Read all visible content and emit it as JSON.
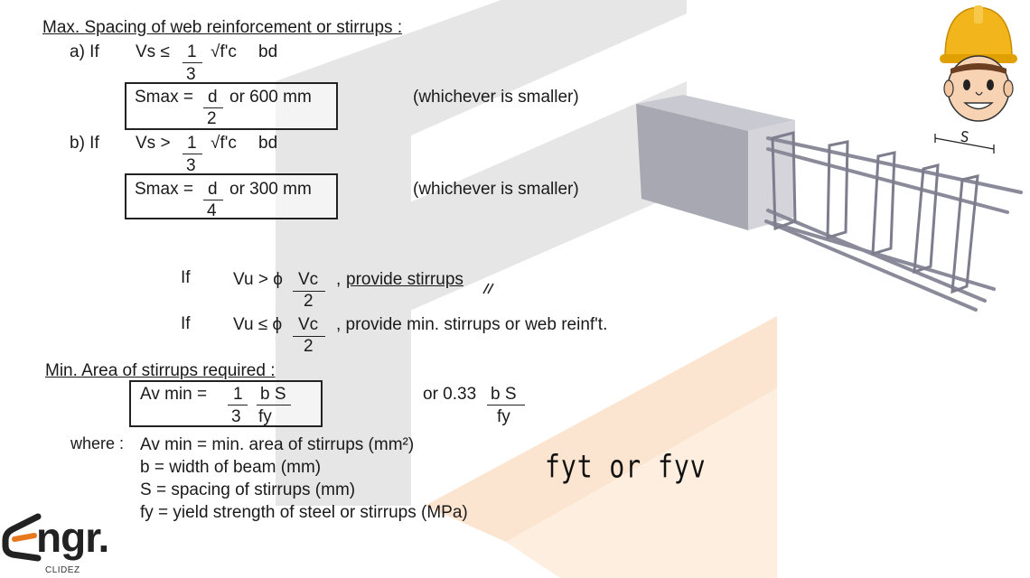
{
  "heading_spacing": "Max. Spacing of web reinforcement or stirrups :",
  "case_a": {
    "label": "a) If",
    "lhs": "Vs ≤",
    "num": "1",
    "den": "3",
    "sqrt": "√f'c",
    "tail": "bd",
    "box_lhs": "Smax =",
    "box_num": "d",
    "box_den": "2",
    "box_rhs": "or  600 mm",
    "note": "(whichever is smaller)"
  },
  "case_b": {
    "label": "b) If",
    "lhs": "Vs >",
    "num": "1",
    "den": "3",
    "sqrt": "√f'c",
    "tail": "bd",
    "box_lhs": "Smax =",
    "box_num": "d",
    "box_den": "4",
    "box_rhs": "or  300 mm",
    "note": "(whichever is smaller)"
  },
  "cond1": {
    "if": "If",
    "lhs": "Vu > ϕ",
    "num": "Vc",
    "den": "2",
    "comma": ",",
    "text": "provide stirrups"
  },
  "cond2": {
    "if": "If",
    "lhs": "Vu ≤ ϕ",
    "num": "Vc",
    "den": "2",
    "text": ", provide min. stirrups or web reinf't."
  },
  "heading_area": "Min. Area of stirrups required :",
  "formula": {
    "lhs": "Av min  =",
    "num1": "1",
    "den1": "3",
    "num2": "b S",
    "den2": "fy",
    "alt_lhs": "or 0.33",
    "alt_num": "b S",
    "alt_den": "fy"
  },
  "where": {
    "label": "where :",
    "items": [
      "Av min = min. area of stirrups (mm²)",
      "b = width of beam (mm)",
      "S = spacing of stirrups (mm)",
      "fy = yield strength of steel or stirrups (MPa)"
    ]
  },
  "handwriting": {
    "fy_alt": "fyt  or fyv",
    "s_label": "S"
  },
  "logo": {
    "main": "ngr.",
    "sub": "CLIDEZ"
  },
  "colors": {
    "watermark_gray": "#e3e3e3",
    "watermark_orange": "#fbe3cc",
    "helmet": "#f2b51c"
  }
}
